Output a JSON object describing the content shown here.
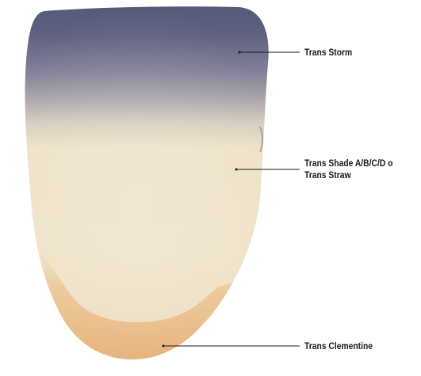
{
  "diagram": {
    "layers": [
      {
        "id": "storm",
        "label": "Trans Storm",
        "color": "#5e6180"
      },
      {
        "id": "shade",
        "label_line1": "Trans Shade A/B/C/D o",
        "label_line2": "Trans Straw",
        "color": "#efe3c9"
      },
      {
        "id": "clementine",
        "label": "Trans Clementine",
        "color": "#e8b77f"
      }
    ],
    "colors": {
      "storm_top": "#56597a",
      "storm_mid": "#9c97a5",
      "body_light": "#efe3c9",
      "body_warm": "#eddcbf",
      "clementine": "#e8b77f",
      "clementine_edge": "#dca56b",
      "leader_line": "#1a1a1a"
    }
  }
}
